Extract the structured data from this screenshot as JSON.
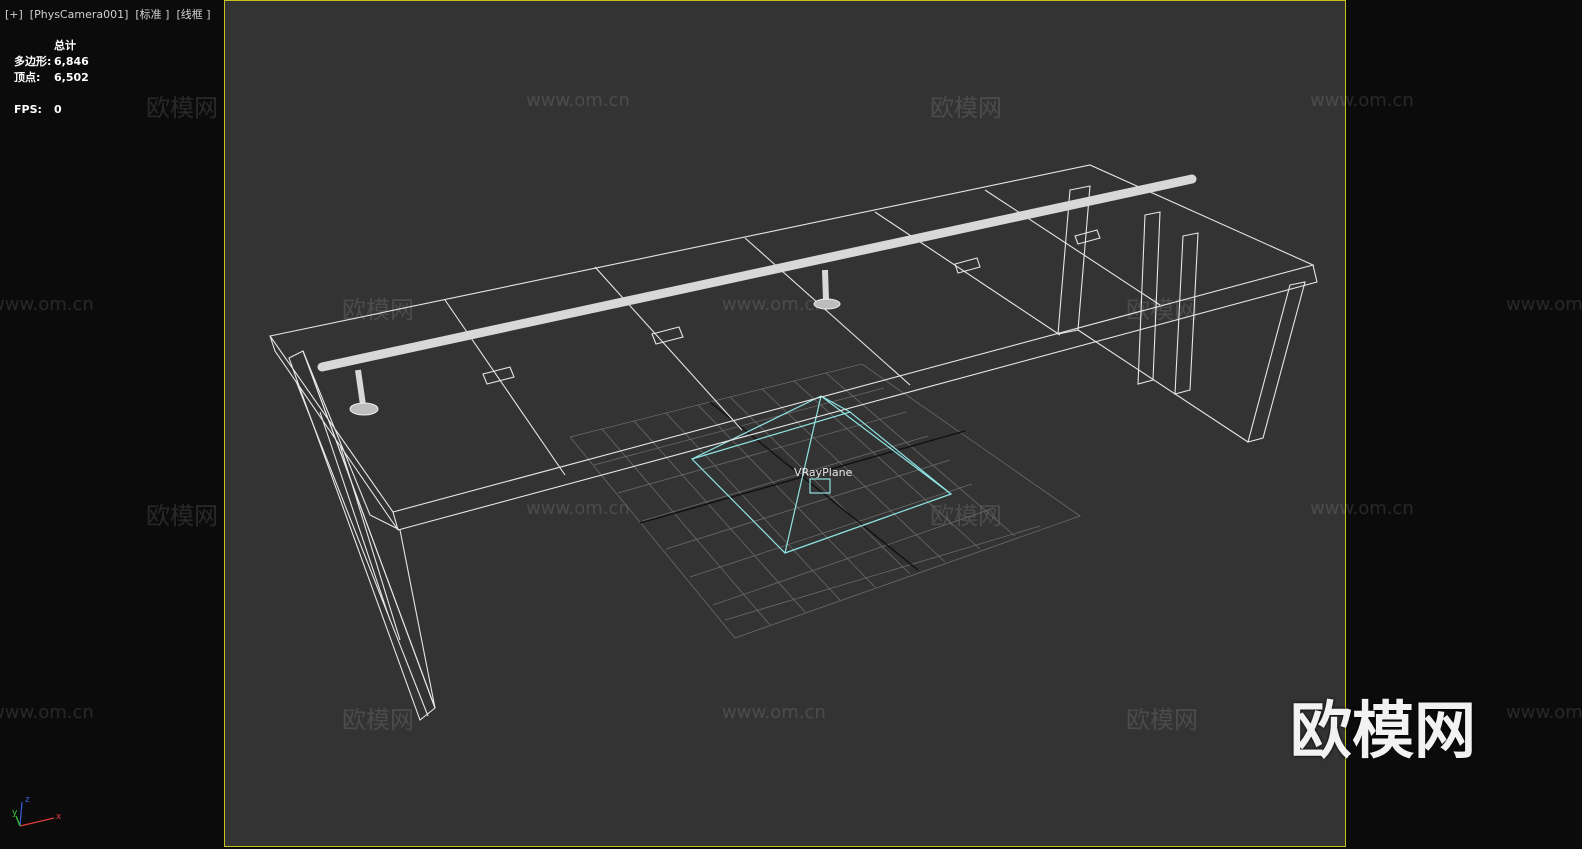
{
  "viewport": {
    "label": "[+]  [PhysCamera001]  [标准 ]  [线框 ]",
    "object_label": "VRayPlane"
  },
  "stats": {
    "total_header": "总计",
    "polygons_label": "多边形:",
    "polygons_value": "6,846",
    "vertices_label": "顶点:",
    "vertices_value": "6,502",
    "fps_label": "FPS:",
    "fps_value": "0"
  },
  "axis": {
    "x": "x",
    "y": "y",
    "z": "z"
  },
  "watermarks": {
    "cn": "欧模网",
    "url": "www.om.cn",
    "big": "欧模网"
  },
  "colors": {
    "viewport_bg": "#333333",
    "outer_bg": "#0b0b0b",
    "active_border": "#c9c21a",
    "wire": "#e6e6e6",
    "vray_plane": "#8fe3e3",
    "grid": "#6a6a6a"
  }
}
